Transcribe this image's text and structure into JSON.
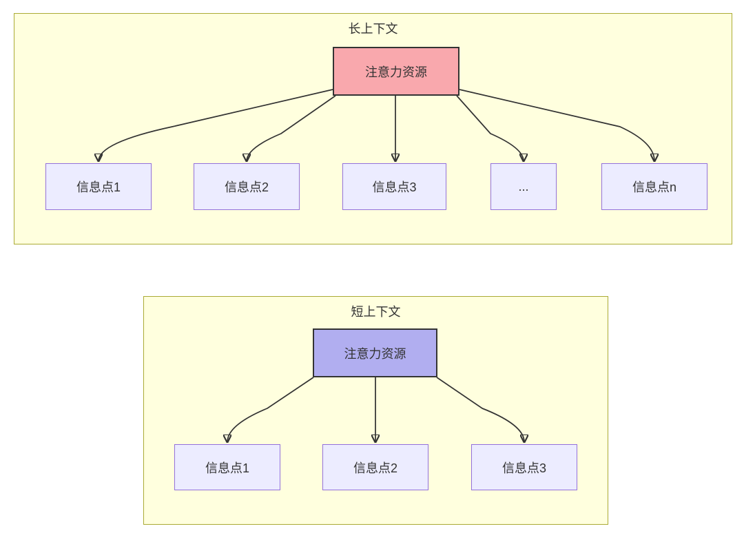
{
  "diagram": {
    "long_context": {
      "title": "长上下文",
      "attention_label": "注意力资源",
      "info_nodes": [
        "信息点1",
        "信息点2",
        "信息点3",
        "...",
        "信息点n"
      ]
    },
    "short_context": {
      "title": "短上下文",
      "attention_label": "注意力资源",
      "info_nodes": [
        "信息点1",
        "信息点2",
        "信息点3"
      ]
    },
    "colors": {
      "panel_fill": "#FFFFDE",
      "panel_border": "#AAAA33",
      "info_node_fill": "#ECECFF",
      "info_node_border": "#9370DB",
      "attention_long_fill": "#F9A8AD",
      "attention_short_fill": "#B1AEF0",
      "attention_border": "#333333",
      "arrow": "#333333",
      "text": "#333333"
    }
  }
}
